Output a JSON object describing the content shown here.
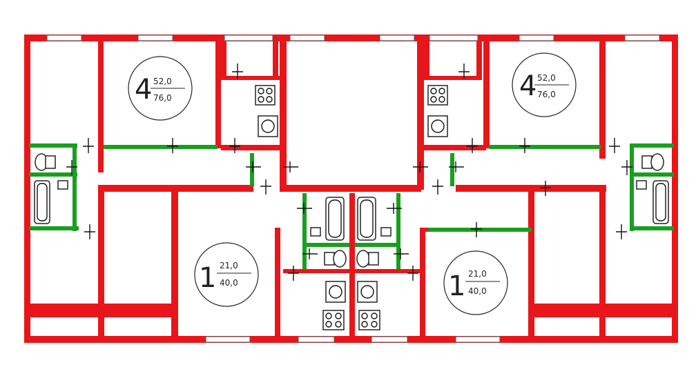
{
  "apartments": [
    {
      "id": "apt-4-left",
      "rooms": "4",
      "living_area": "52,0",
      "total_area": "76,0"
    },
    {
      "id": "apt-4-right",
      "rooms": "4",
      "living_area": "52,0",
      "total_area": "76,0"
    },
    {
      "id": "apt-1-left",
      "rooms": "1",
      "living_area": "21,0",
      "total_area": "40,0"
    },
    {
      "id": "apt-1-right",
      "rooms": "1",
      "living_area": "21,0",
      "total_area": "40,0"
    }
  ],
  "colors": {
    "wall": "#e8161b",
    "bathroom_partition": "#1a9e1f",
    "background": "#ffffff",
    "fixtures": "#222222"
  },
  "icons": [
    "stove-icon",
    "sink-icon",
    "toilet-icon",
    "bathtub-icon",
    "door-swing-icon",
    "window-icon"
  ]
}
